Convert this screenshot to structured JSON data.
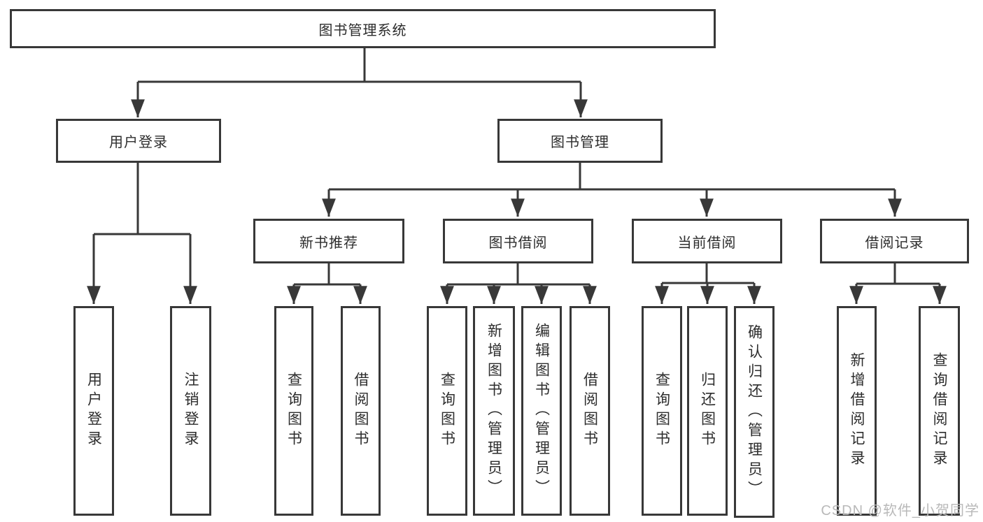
{
  "tree": {
    "root": {
      "label": "图书管理系统",
      "children": [
        {
          "label": "用户登录",
          "children": [
            {
              "label": "用户登录"
            },
            {
              "label": "注销登录"
            }
          ]
        },
        {
          "label": "图书管理",
          "children": [
            {
              "label": "新书推荐",
              "children": [
                {
                  "label": "查询图书"
                },
                {
                  "label": "借阅图书"
                }
              ]
            },
            {
              "label": "图书借阅",
              "children": [
                {
                  "label": "查询图书"
                },
                {
                  "label": "新增图书（管理员）"
                },
                {
                  "label": "编辑图书（管理员）"
                },
                {
                  "label": "借阅图书"
                }
              ]
            },
            {
              "label": "当前借阅",
              "children": [
                {
                  "label": "查询图书"
                },
                {
                  "label": "归还图书"
                },
                {
                  "label": "确认归还（管理员）"
                }
              ]
            },
            {
              "label": "借阅记录",
              "children": [
                {
                  "label": "新增借阅记录"
                },
                {
                  "label": "查询借阅记录"
                }
              ]
            }
          ]
        }
      ]
    }
  },
  "watermark": {
    "text": "CSDN @软件_小贺同学"
  },
  "colors": {
    "line": "#383838",
    "text": "#2d2d2d",
    "watermark": "#b9b9b9",
    "background": "#ffffff"
  }
}
